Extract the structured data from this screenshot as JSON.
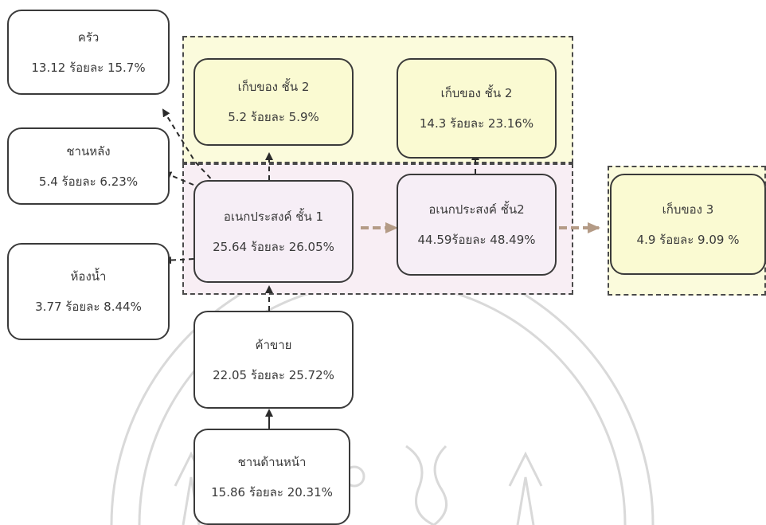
{
  "nodes": {
    "kitchen": {
      "name": "ครัว",
      "value": "13.12 ร้อยละ 15.7%"
    },
    "back_porch": {
      "name": "ชานหลัง",
      "value": "5.4 ร้อยละ 6.23%"
    },
    "bathroom": {
      "name": "ห้องน้ำ",
      "value": "3.77 ร้อยละ 8.44%"
    },
    "storage_1a": {
      "name": "เก็บของ ชั้น 2",
      "value": "5.2 ร้อยละ 5.9%"
    },
    "storage_2a": {
      "name": "เก็บของ ชั้น 2",
      "value": "14.3 ร้อยละ 23.16%"
    },
    "multi_1": {
      "name": "อเนกประสงค์ ชั้น 1",
      "value": "25.64 ร้อยละ 26.05%"
    },
    "multi_2": {
      "name": "อเนกประสงค์ ชั้น2",
      "value": "44.59ร้อยละ 48.49%"
    },
    "storage_3": {
      "name": "เก็บของ 3",
      "value": "4.9 ร้อยละ 9.09 %"
    },
    "trade": {
      "name": "ค้าขาย",
      "value": "22.05 ร้อยละ 25.72%"
    },
    "front_porch": {
      "name": "ชานด้านหน้า",
      "value": "15.86 ร้อยละ 20.31%"
    }
  },
  "colors": {
    "storage_zone": "#fbfbdc",
    "multi_zone": "#f8eef4",
    "storage_node": "#fafad2",
    "multi_node": "#f6eef6",
    "flow_arrow": "#b49b86",
    "border": "#3a3a3a",
    "watermark": "#d9d9d9"
  }
}
